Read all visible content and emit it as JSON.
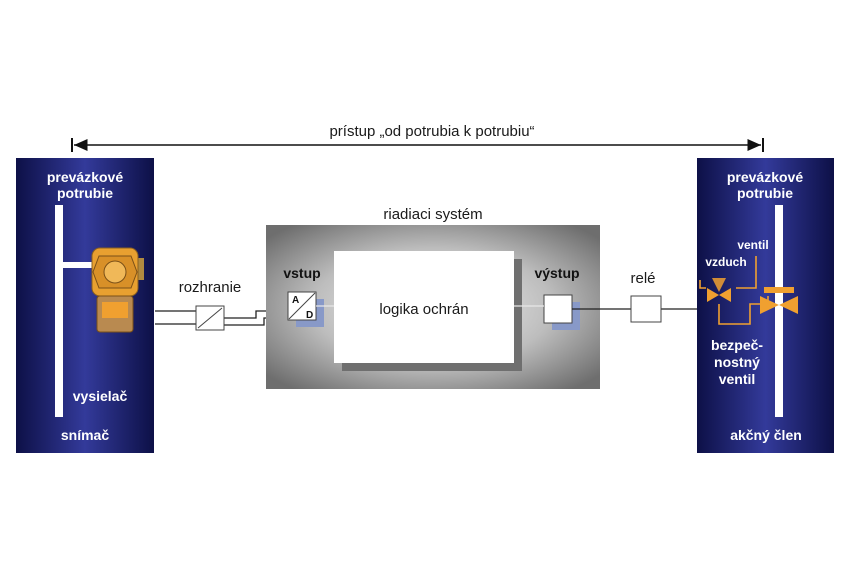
{
  "top_label": "prístup „od potrubia k potrubiu“",
  "left_panel": {
    "title_line1": "prevázkové",
    "title_line2": "potrubie",
    "device_label": "vysielač",
    "bottom_label": "snímač"
  },
  "right_panel": {
    "title_line1": "prevázkové",
    "title_line2": "potrubie",
    "ventil_label": "ventil",
    "vzduch_label": "vzduch",
    "safety_line1": "bezpeč-",
    "safety_line2": "nostný",
    "safety_line3": "ventil",
    "bottom_label": "akčný člen"
  },
  "interface_label": "rozhranie",
  "control_system": {
    "title": "riadiaci systém",
    "input_label": "vstup",
    "output_label": "výstup",
    "logic_label": "logika ochrán",
    "adc_a": "A",
    "adc_d": "D"
  },
  "relay_label": "relé",
  "colors": {
    "panel_center": "#2a2f8c",
    "panel_edge": "#0d1047",
    "control_gray": "#7a7a7a",
    "orange": "#f0a030",
    "shadow_blue": "#8899c8"
  }
}
